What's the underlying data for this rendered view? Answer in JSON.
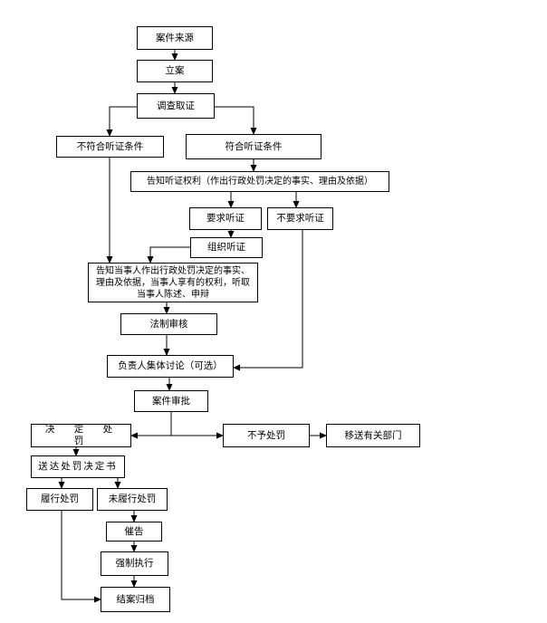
{
  "flowchart": {
    "nodes": {
      "case_source": "案件来源",
      "register": "立案",
      "investigate": "调查取证",
      "not_eligible_hearing": "不符合听证条件",
      "eligible_hearing": "符合听证条件",
      "notify_hearing_right": "告知听证权利（作出行政处罚决定的事实、理由及依据）",
      "request_hearing": "要求听证",
      "no_request_hearing": "不要求听证",
      "organize_hearing": "组织听证",
      "notify_party": "告知当事人作出行政处罚决定的事实、理由及依据，当事人享有的权利，听取当事人陈述、申辩",
      "legal_review": "法制审核",
      "collective_discussion": "负责人集体讨论（可选）",
      "case_approval": "案件审批",
      "decide_penalty": "决 定 处 罚",
      "no_penalty": "不予处罚",
      "transfer_department": "移送有关部门",
      "deliver_decision": "送达处罚决定书",
      "fulfill_penalty": "履行处罚",
      "not_fulfill_penalty": "未履行处罚",
      "urge": "催告",
      "enforce": "强制执行",
      "close_archive": "结案归档"
    }
  }
}
